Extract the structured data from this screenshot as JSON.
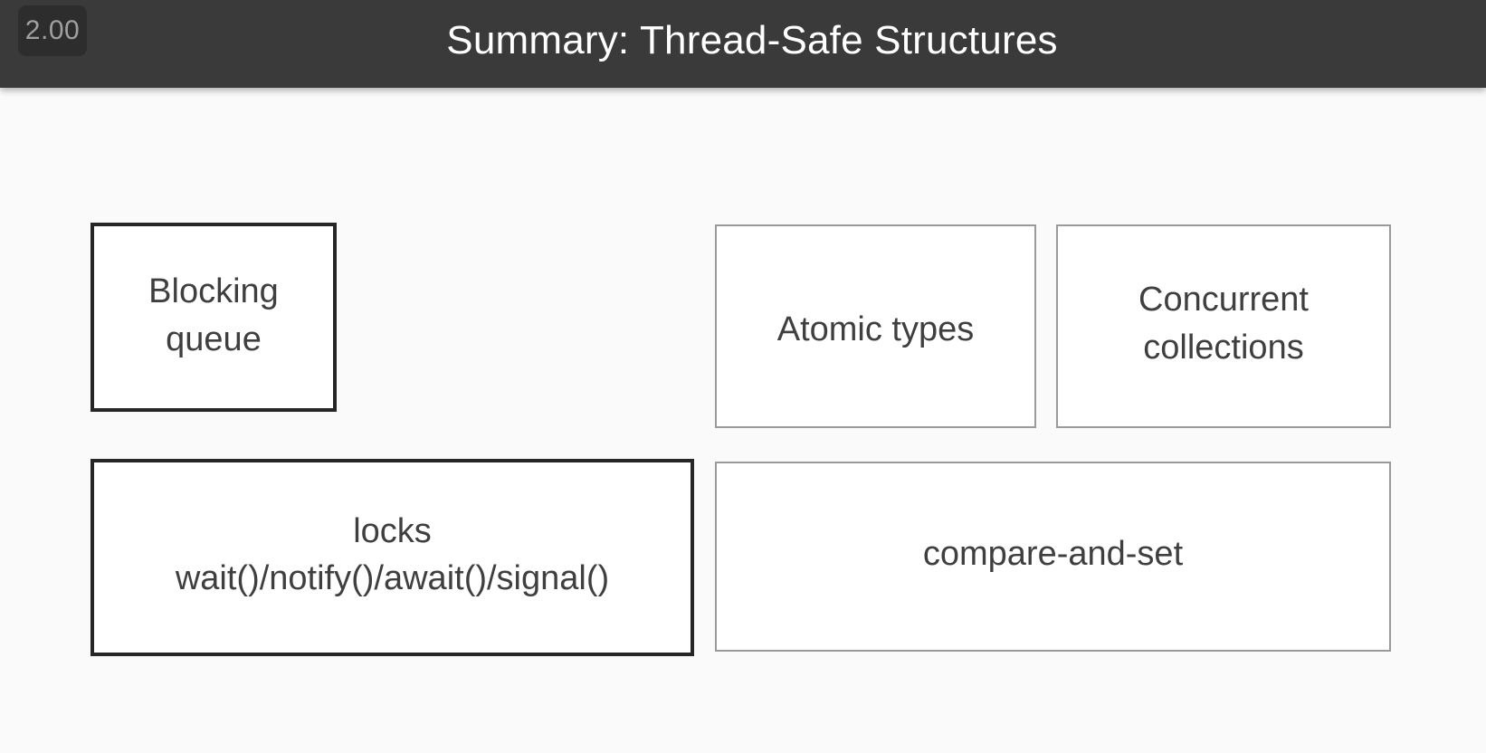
{
  "header": {
    "badge": "2.00",
    "title": "Summary: Thread-Safe Structures",
    "bar_color": "#3b3a3a",
    "badge_color": "#2e2d2d",
    "badge_text_color": "#a0a0a0",
    "title_color": "#ffffff"
  },
  "canvas": {
    "background": "#fafafa",
    "thick_border_color": "#262626",
    "thin_border_color": "#9a9a9a",
    "node_fill": "#ffffff",
    "node_text_color": "#3f3f3f"
  },
  "nodes": [
    {
      "id": "blocking-queue",
      "emphasis": "thick",
      "lines": [
        "Blocking",
        "queue"
      ]
    },
    {
      "id": "atomic-types",
      "emphasis": "thin",
      "lines": [
        "Atomic types"
      ]
    },
    {
      "id": "concurrent-collections",
      "emphasis": "thin",
      "lines": [
        "Concurrent",
        "collections"
      ]
    },
    {
      "id": "locks",
      "emphasis": "thick",
      "lines": [
        "locks",
        "wait()/notify()/await()/signal()"
      ]
    },
    {
      "id": "compare-and-set",
      "emphasis": "thin",
      "lines": [
        "compare-and-set"
      ]
    }
  ]
}
